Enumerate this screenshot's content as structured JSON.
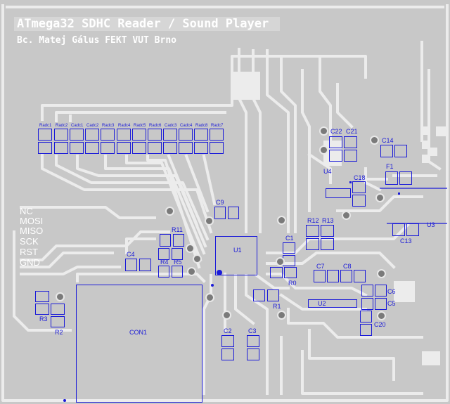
{
  "title": {
    "line1": "ATmega32 SDHC Reader / Sound Player",
    "line2": "Bc. Matej Gálus  FEKT VUT Brno"
  },
  "side_labels": [
    "NC",
    "MOSI",
    "MISO",
    "SCK",
    "RST",
    "GND"
  ],
  "components": {
    "radc1": "Radc1",
    "radc2": "Radc2",
    "cadc1": "Cadc1",
    "cadc2": "Cadc2",
    "radc3": "Radc3",
    "radc4": "Radc4",
    "radc5": "Radc5",
    "radc6": "Radc6",
    "cadc3": "Cadc3",
    "cadc4": "Cadc4",
    "radc8": "Radc8",
    "radc7": "Radc7",
    "u1": "U1",
    "u2": "U2",
    "u3": "U3",
    "u4": "U4",
    "c1": "C1",
    "c2": "C2",
    "c3": "C3",
    "c4": "C4",
    "c5": "C5",
    "c6": "C6",
    "c7": "C7",
    "c8": "C8",
    "c9": "C9",
    "c13": "C13",
    "c14": "C14",
    "c18": "C18",
    "c20": "C20",
    "c21": "C21",
    "c22": "C22",
    "r0": "R0",
    "r1": "R1",
    "r2": "R2",
    "r3": "R3",
    "r4": "R4",
    "r5": "R5",
    "r11": "R11",
    "r12": "R12",
    "r13": "R13",
    "f1": "F1",
    "con1": "CON1"
  },
  "colors": {
    "board": "#c8c8c8",
    "copper": "#ececec",
    "silkscreen": "#ffffff",
    "component_outline": "#1a1ad8",
    "via": "#7a7a7a"
  }
}
